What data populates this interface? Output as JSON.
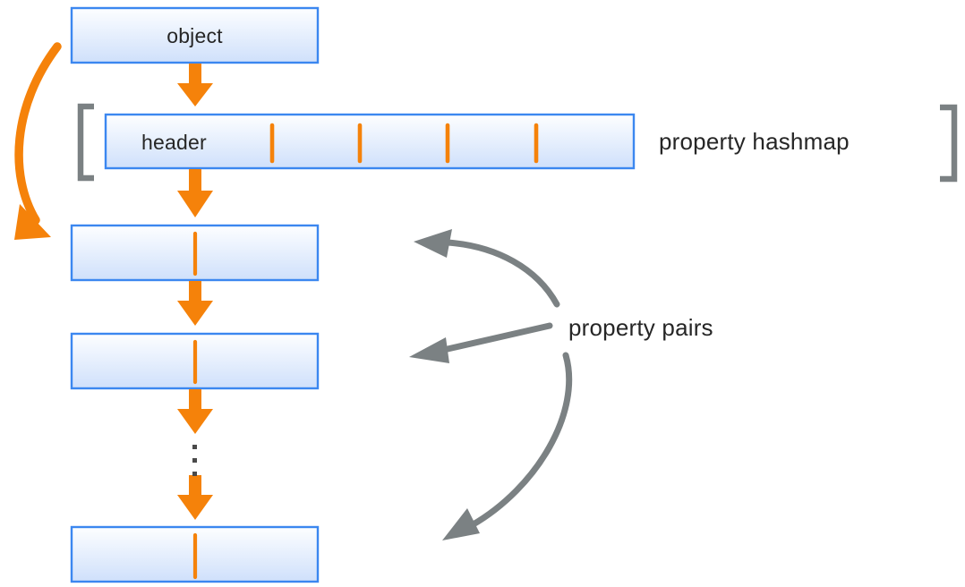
{
  "diagram": {
    "title": "object property hashmap and property pairs layout",
    "colors": {
      "box_border": "#3b87f0",
      "box_fill_top": "#fdfeff",
      "box_fill_bottom": "#cfe0fb",
      "orange": "#f5820a",
      "gray": "#7b8183",
      "text": "#262626",
      "background": "#ffffff"
    },
    "boxes": [
      {
        "id": "object",
        "label": "object",
        "label_align": "center"
      },
      {
        "id": "header",
        "label": "header",
        "label_align": "left"
      },
      {
        "id": "pair-1",
        "label": "",
        "label_align": "center"
      },
      {
        "id": "pair-2",
        "label": "",
        "label_align": "center"
      },
      {
        "id": "pair-n",
        "label": "",
        "label_align": "center"
      }
    ],
    "annotations": [
      {
        "id": "property-hashmap",
        "label": "property hashmap"
      },
      {
        "id": "property-pairs",
        "label": "property pairs"
      }
    ],
    "hashmap_slot_count": 5,
    "ellipsis_dots": 3,
    "arrows": {
      "object_to_header": "orange-down-arrow",
      "header_to_pair1": "orange-down-arrow",
      "pair1_to_pair2": "orange-down-arrow",
      "pair2_to_ellipsis": "orange-down-arrow",
      "ellipsis_to_pairn": "orange-down-arrow",
      "object_to_pair1_curve": "orange-curved-arrow",
      "pairs_callout_top": "gray-curved-arrow",
      "pairs_callout_mid": "gray-straight-arrow",
      "pairs_callout_bottom": "gray-curved-arrow"
    },
    "brackets": {
      "left": "[",
      "right": "]"
    }
  }
}
